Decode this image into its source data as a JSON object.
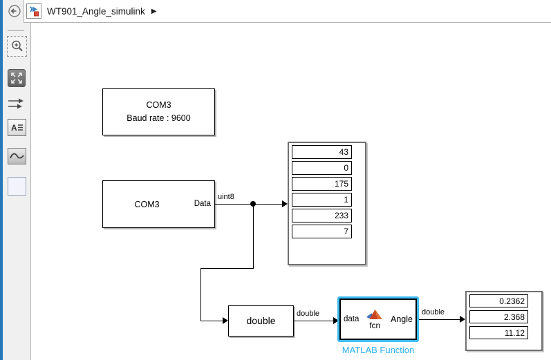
{
  "breadcrumb": {
    "title": "WT901_Angle_simulink",
    "arrow": "▶"
  },
  "palette": {
    "icons": [
      "back",
      "zoom-in-region",
      "fit-to-view",
      "forward-arrows",
      "annotation",
      "scope-view",
      "viewmark"
    ],
    "annotation_glyph": "A"
  },
  "canvas": {
    "blocks": {
      "serial_config": {
        "line1": "COM3",
        "line2": "Baud rate : 9600"
      },
      "serial_receive": {
        "label": "COM3",
        "port_out": "Data"
      },
      "display_uint8": {
        "values": [
          "43",
          "0",
          "175",
          "1",
          "233",
          "7"
        ]
      },
      "convert": {
        "label": "double"
      },
      "matlab_fcn": {
        "port_in": "data",
        "port_out": "Angle",
        "fcn_label": "fcn",
        "caption": "MATLAB Function"
      },
      "display_angle": {
        "values": [
          "0.2362",
          "2.368",
          "11.12"
        ]
      }
    },
    "signal_labels": {
      "uint8": "uint8",
      "double1": "double",
      "double2": "double"
    }
  },
  "colors": {
    "selection_border": "#3dbdf7",
    "caption_text": "#29b0f2",
    "accent_strip": "#2878b9",
    "palette_bg": "#f0f0f0",
    "display_border": "#6f6f6f"
  }
}
